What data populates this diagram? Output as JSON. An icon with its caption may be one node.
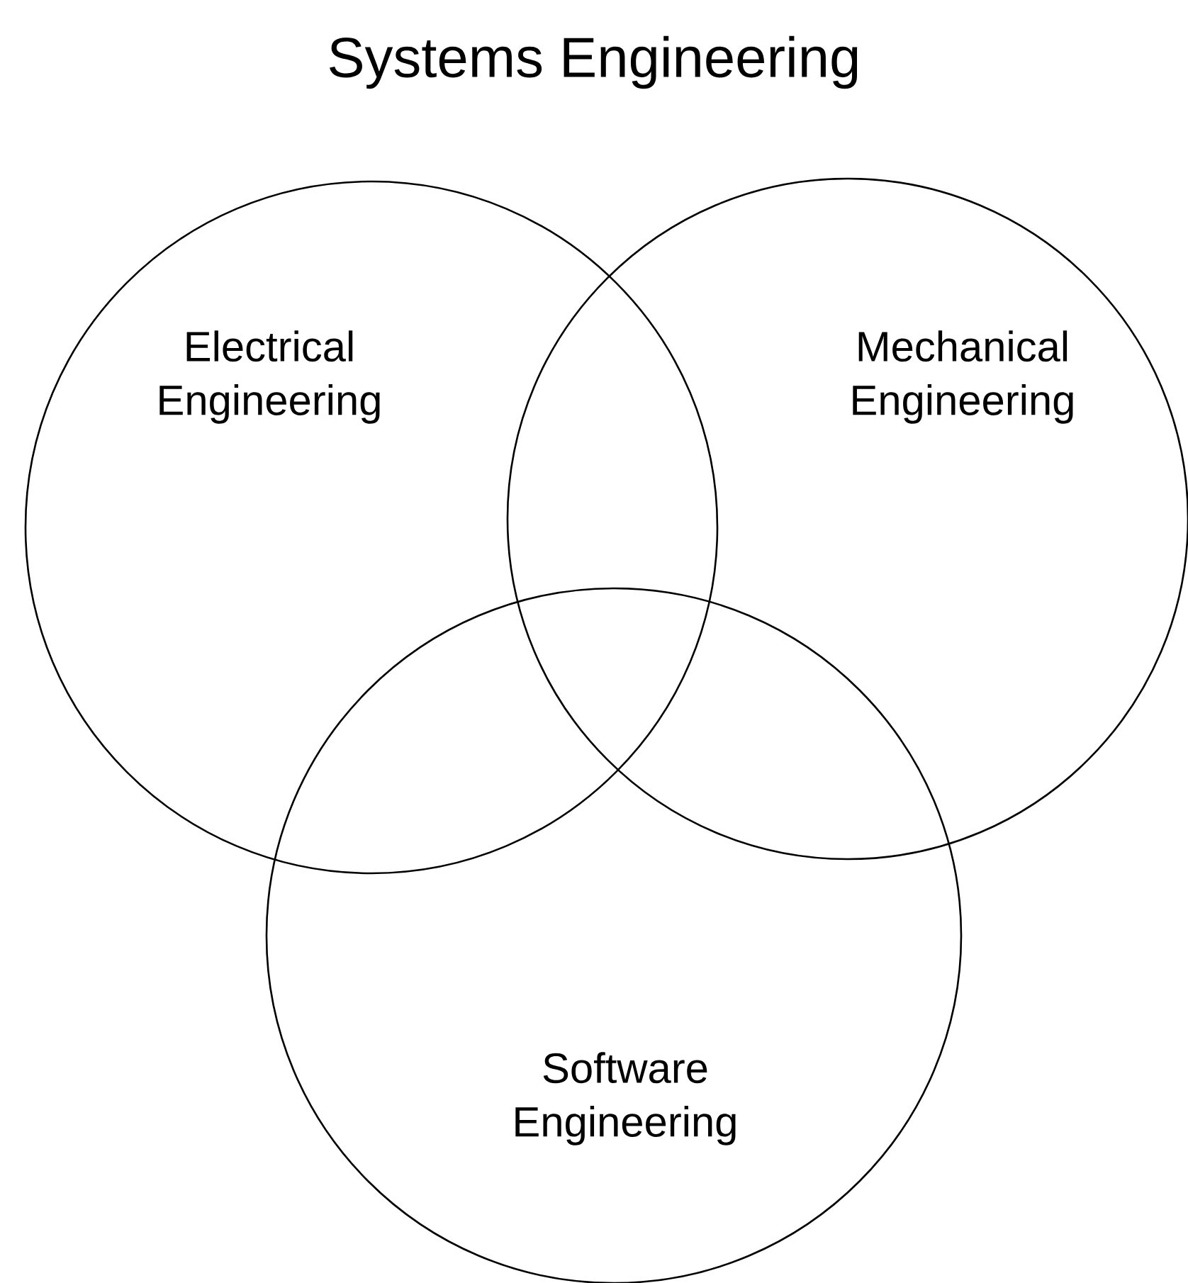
{
  "diagram": {
    "title": "Systems Engineering",
    "nodes": [
      {
        "text": [
          "Electrical Engineering"
        ]
      },
      {
        "text": [
          "Mechanical Engineering"
        ]
      },
      {
        "text": [
          "Software Engineering"
        ]
      }
    ]
  }
}
